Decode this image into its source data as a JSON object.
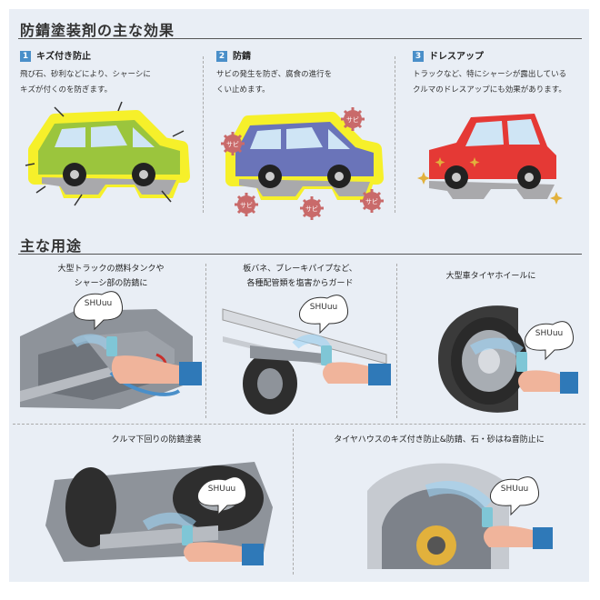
{
  "effects": {
    "heading": "防錆塗装剤の主な効果",
    "items": [
      {
        "num": "1",
        "title": "キズ付き防止",
        "desc": [
          "飛び石、砂利などにより、シャーシに",
          "キズが付くのを防ぎます。"
        ]
      },
      {
        "num": "2",
        "title": "防錆",
        "desc": [
          "サビの発生を防ぎ、腐食の進行を",
          "くい止めます。"
        ]
      },
      {
        "num": "3",
        "title": "ドレスアップ",
        "desc": [
          "トラックなど、特にシャーシが露出している",
          "クルマのドレスアップにも効果があります。"
        ]
      }
    ],
    "rust_tag": "サビ"
  },
  "uses": {
    "heading": "主な用途",
    "items": [
      {
        "caption": [
          "大型トラックの燃料タンクや",
          "シャーシ部の防錆に"
        ]
      },
      {
        "caption": [
          "板バネ、ブレーキパイプなど、",
          "各種配管類を塩害からガード"
        ]
      },
      {
        "caption": [
          "大型車タイヤホイールに"
        ]
      },
      {
        "caption": [
          "クルマ下回りの防錆塗装"
        ]
      },
      {
        "caption": [
          "タイヤハウスのキズ付き防止&防錆、石・砂はね音防止に"
        ]
      }
    ],
    "spray_sound": "SHUuu"
  },
  "colors": {
    "background": "#e9eef5",
    "accent": "#4a8fc9",
    "car_green": "#9bc53d",
    "car_blue": "#6a74b9",
    "car_red": "#e53935",
    "highlight_yellow": "#f6f02a"
  }
}
